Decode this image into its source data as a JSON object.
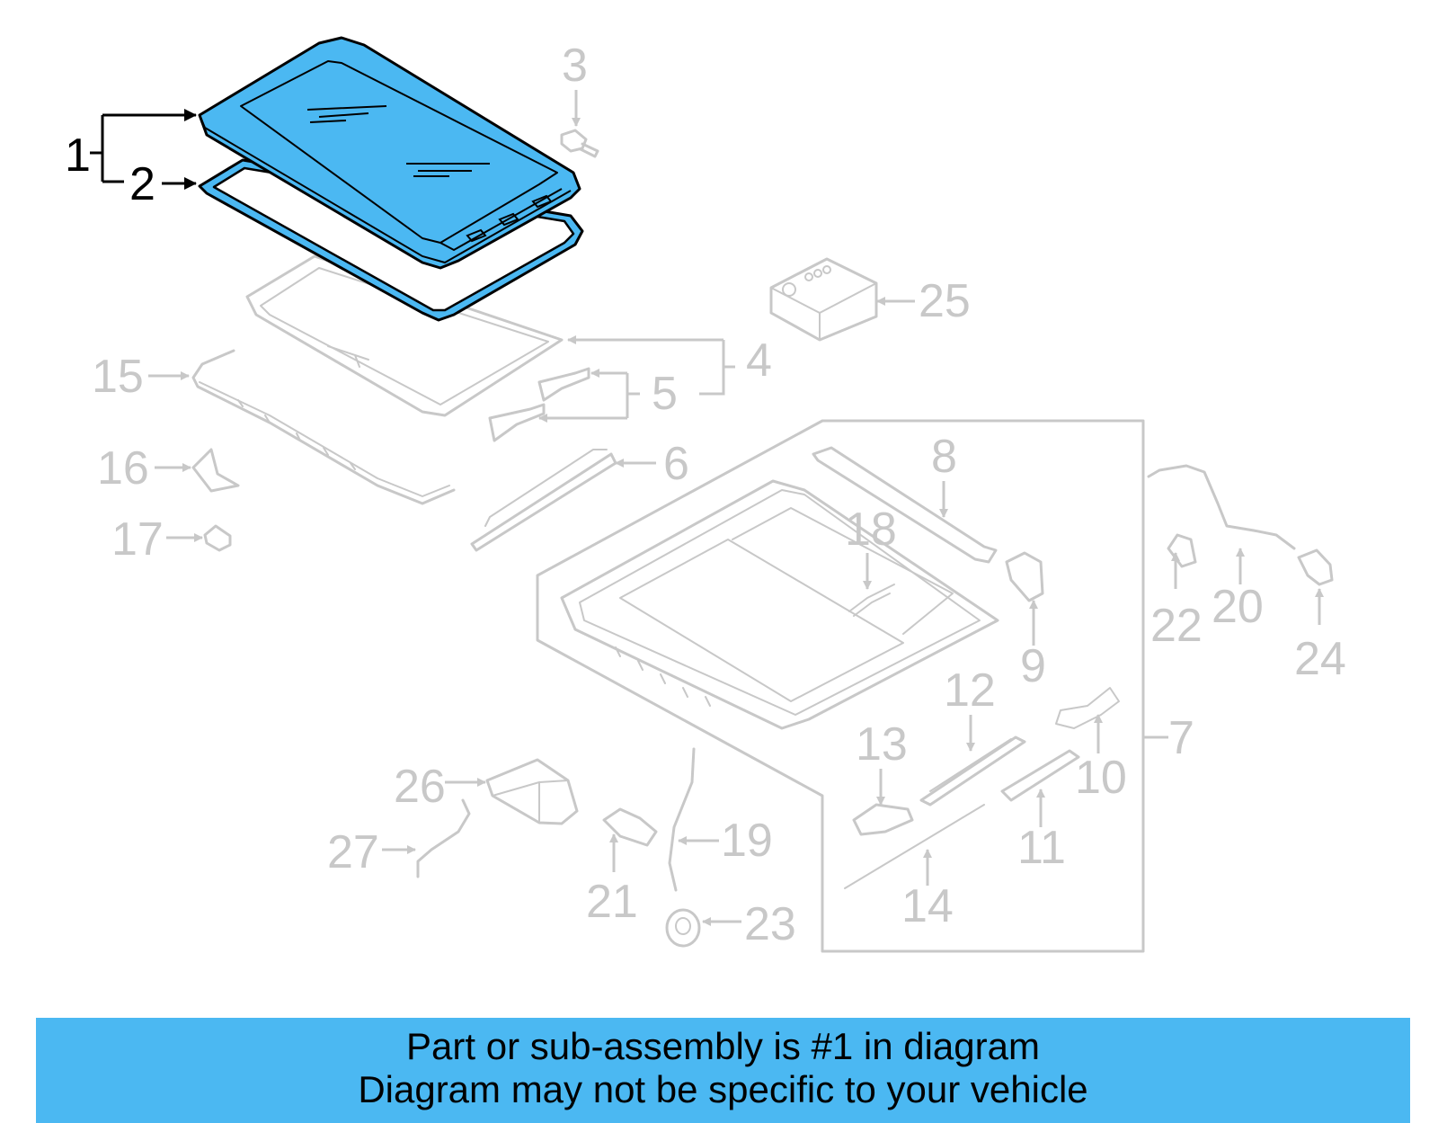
{
  "colors": {
    "highlight": "#4bb8f2",
    "ghost": "#c8c8c8",
    "banner": "#4bb8f2"
  },
  "callouts": {
    "c1": "1",
    "c2": "2",
    "c3": "3",
    "c4": "4",
    "c5": "5",
    "c6": "6",
    "c7": "7",
    "c8": "8",
    "c9": "9",
    "c10": "10",
    "c11": "11",
    "c12": "12",
    "c13": "13",
    "c14": "14",
    "c15": "15",
    "c16": "16",
    "c17": "17",
    "c18": "18",
    "c19": "19",
    "c20": "20",
    "c21": "21",
    "c22": "22",
    "c23": "23",
    "c24": "24",
    "c25": "25",
    "c26": "26",
    "c27": "27"
  },
  "banner": {
    "line1": "Part or sub-assembly is #1 in diagram",
    "line2": "Diagram may not be specific to your vehicle"
  }
}
